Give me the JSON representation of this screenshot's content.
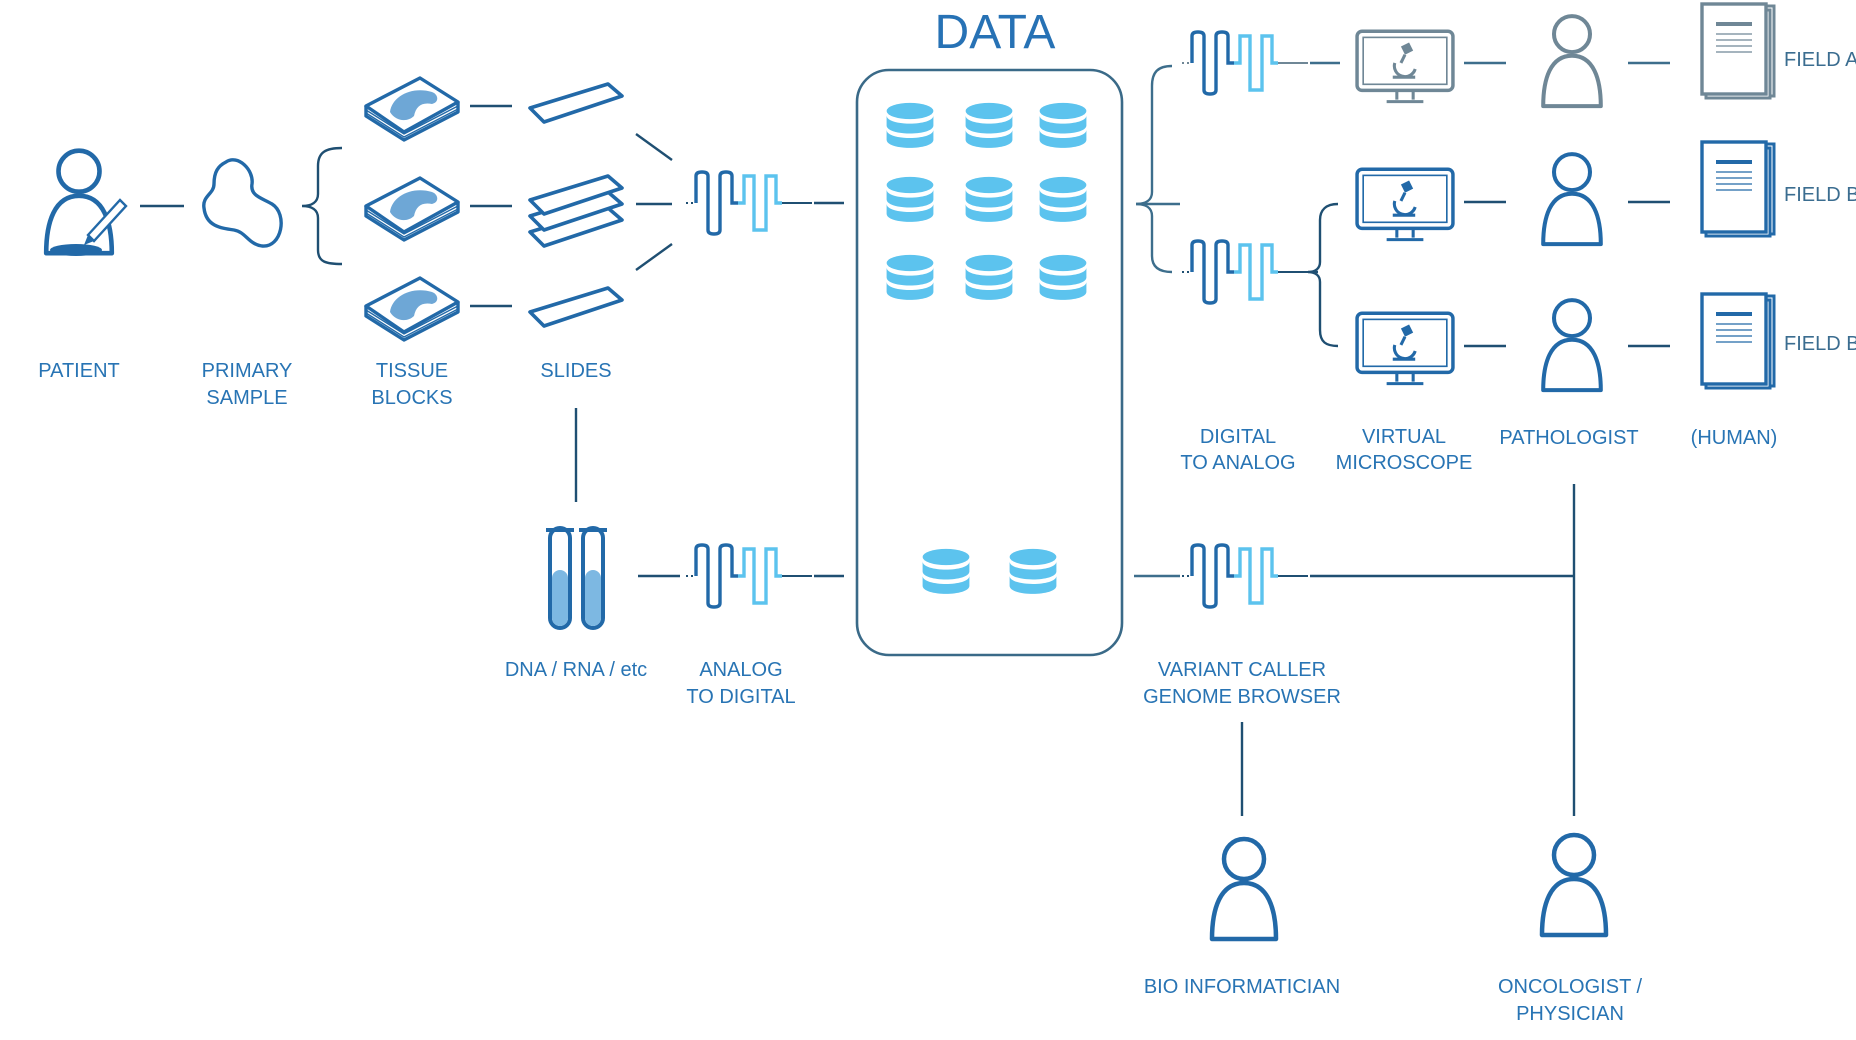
{
  "title": "DATA",
  "labels": {
    "patient": "PATIENT",
    "primary_sample": [
      "PRIMARY",
      "SAMPLE"
    ],
    "tissue_blocks": [
      "TISSUE",
      "BLOCKS"
    ],
    "slides": "SLIDES",
    "dna_rna": "DNA / RNA / etc",
    "analog_to_digital": [
      "ANALOG",
      "TO DIGITAL"
    ],
    "digital_to_analog": [
      "DIGITAL",
      "TO ANALOG"
    ],
    "virtual_microscope": [
      "VIRTUAL",
      "MICROSCOPE"
    ],
    "pathologist": "PATHOLOGIST",
    "human": "(HUMAN)",
    "variant_caller": [
      "VARIANT CALLER",
      "GENOME BROWSER"
    ],
    "bio_informatician": "BIO INFORMATICIAN",
    "oncologist": [
      "ONCOLOGIST /",
      "PHYSICIAN"
    ]
  },
  "fields": [
    "FIELD A",
    "FIELD B",
    "FIELD B"
  ],
  "colors": {
    "dark_blue": "#2269a8",
    "light_blue": "#5cc3ee",
    "slate": "#6f8796",
    "label": "#2874b4",
    "line": "#1f4f72"
  }
}
